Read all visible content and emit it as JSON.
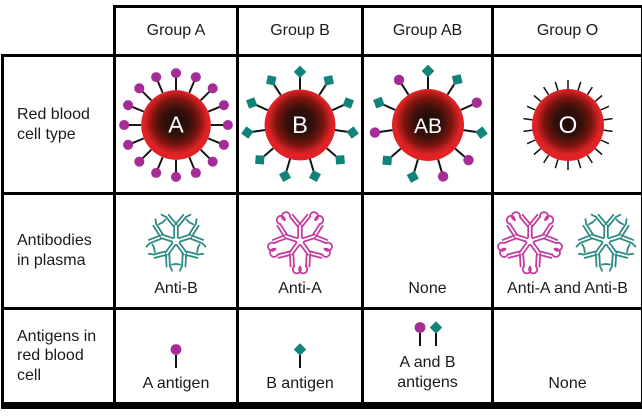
{
  "table": {
    "column_headers": [
      "Group A",
      "Group B",
      "Group AB",
      "Group O"
    ],
    "row_headers": [
      "Red blood cell type",
      "Antibodies in plasma",
      "Antigens in red blood cell"
    ]
  },
  "red_blood_cells": [
    {
      "group": "Group A",
      "letter": "A",
      "markers": [
        "A",
        "A",
        "A",
        "A",
        "A",
        "A",
        "A",
        "A",
        "A",
        "A",
        "A",
        "A",
        "A",
        "A",
        "A",
        "A"
      ],
      "plain_spikes": 0
    },
    {
      "group": "Group B",
      "letter": "B",
      "markers": [
        "B",
        "B",
        "B",
        "B",
        "B",
        "B",
        "B",
        "B",
        "B",
        "B",
        "B"
      ],
      "plain_spikes": 0
    },
    {
      "group": "Group AB",
      "letter": "AB",
      "markers": [
        "B",
        "B",
        "A",
        "B",
        "A",
        "A",
        "B",
        "B",
        "A",
        "B",
        "A"
      ],
      "plain_spikes": 0
    },
    {
      "group": "Group O",
      "letter": "O",
      "markers": [],
      "plain_spikes": 22
    }
  ],
  "antibodies_in_plasma": [
    {
      "group": "Group A",
      "label": "Anti-B",
      "clusters": [
        "anti-B"
      ]
    },
    {
      "group": "Group B",
      "label": "Anti-A",
      "clusters": [
        "anti-A"
      ]
    },
    {
      "group": "Group AB",
      "label": "None",
      "clusters": []
    },
    {
      "group": "Group O",
      "label": "Anti-A and Anti-B",
      "clusters": [
        "anti-A",
        "anti-B"
      ]
    }
  ],
  "antigens_in_red_blood_cell": [
    {
      "group": "Group A",
      "label": "A antigen",
      "pins": [
        "A"
      ],
      "wrap": false
    },
    {
      "group": "Group B",
      "label": "B antigen",
      "pins": [
        "B"
      ],
      "wrap": false
    },
    {
      "group": "Group AB",
      "label": "A and B antigens",
      "pins": [
        "A",
        "B"
      ],
      "wrap": true
    },
    {
      "group": "Group O",
      "label": "None",
      "pins": [],
      "wrap": false
    }
  ],
  "colors": {
    "cell_red": "#e02226",
    "cell_center": "#1e0b08",
    "cell_mid_dark": "#35100b",
    "cell_mid_red": "#7c150f",
    "a_antigen": "#a62c98",
    "b_antigen": "#12837b",
    "anti_a": "#c43c9e",
    "anti_b": "#2e8b85",
    "spike": "#111111",
    "border": "#000000",
    "letter_text": "#ffffff"
  }
}
